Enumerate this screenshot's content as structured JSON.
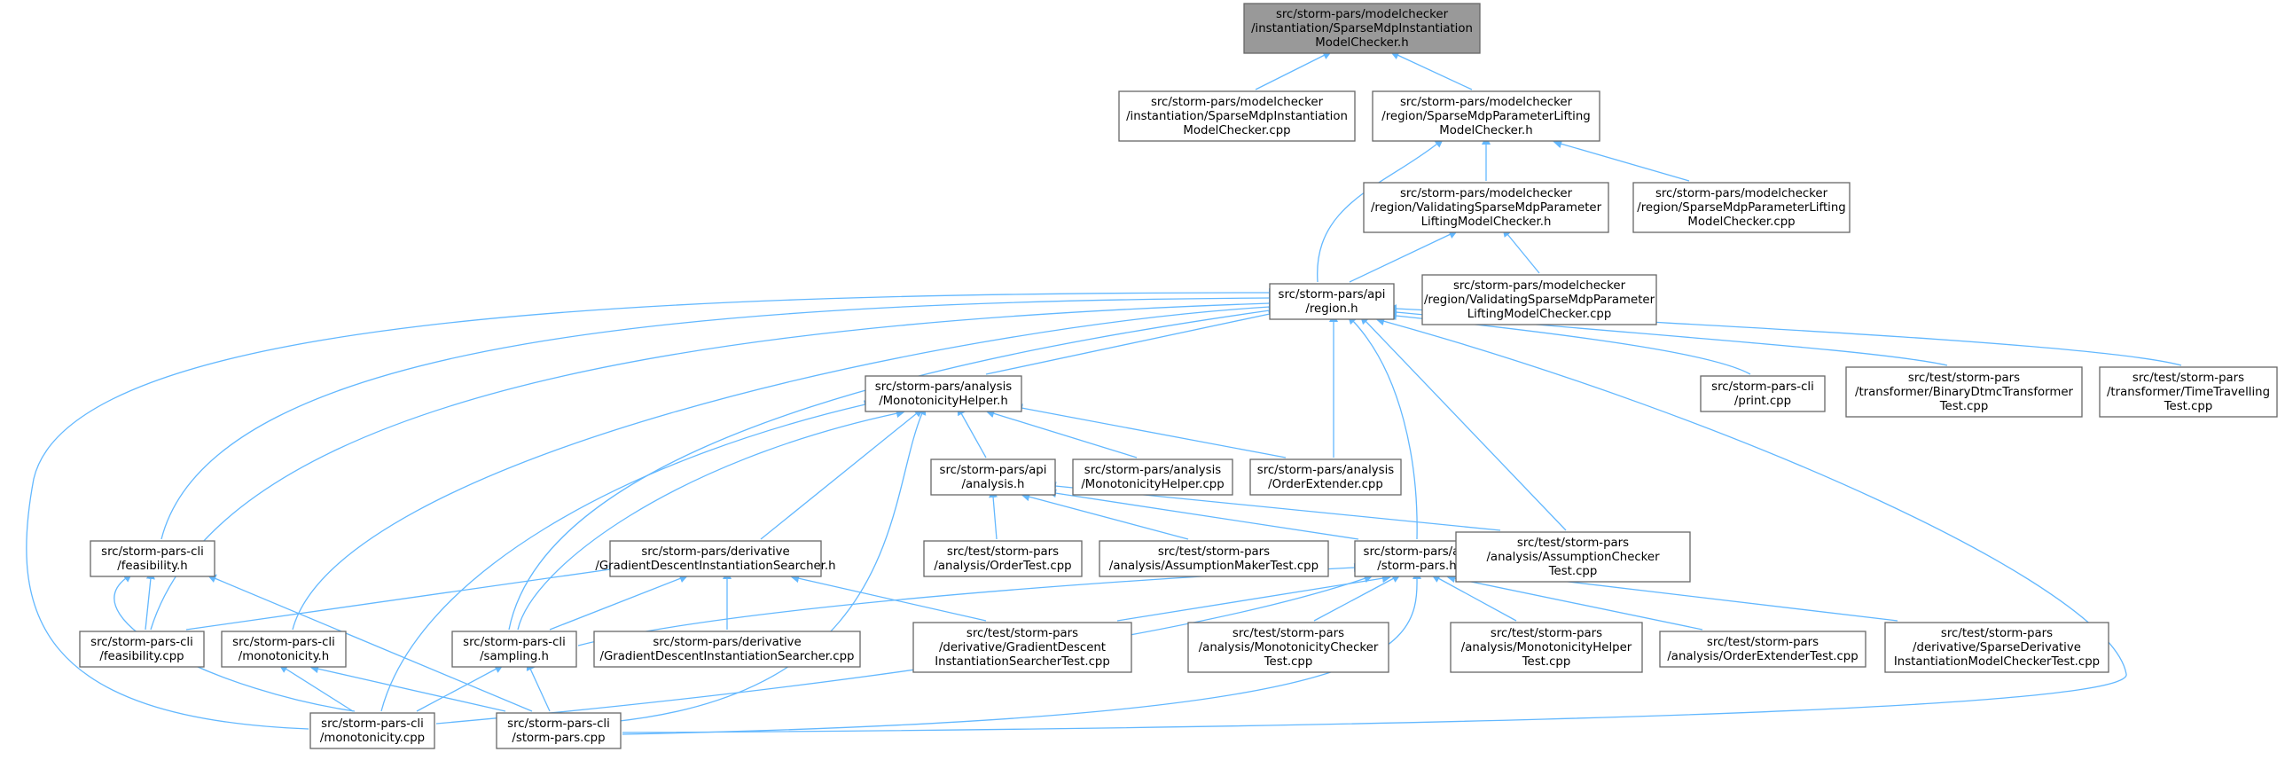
{
  "colors": {
    "edge": "#63b8ff",
    "root_fill": "#999999",
    "node_fill": "#ffffff",
    "node_border": "#666666"
  },
  "nodes": [
    {
      "id": "n0",
      "root": true,
      "lines": [
        "src/storm-pars/modelchecker",
        "/instantiation/SparseMdpInstantiation",
        "ModelChecker.h"
      ]
    },
    {
      "id": "n1",
      "lines": [
        "src/storm-pars/modelchecker",
        "/instantiation/SparseMdpInstantiation",
        "ModelChecker.cpp"
      ]
    },
    {
      "id": "n2",
      "lines": [
        "src/storm-pars/modelchecker",
        "/region/SparseMdpParameterLifting",
        "ModelChecker.h"
      ]
    },
    {
      "id": "n3",
      "lines": [
        "src/storm-pars/modelchecker",
        "/region/ValidatingSparseMdpParameter",
        "LiftingModelChecker.h"
      ]
    },
    {
      "id": "n4",
      "lines": [
        "src/storm-pars/modelchecker",
        "/region/SparseMdpParameterLifting",
        "ModelChecker.cpp"
      ]
    },
    {
      "id": "n5",
      "lines": [
        "src/storm-pars/api",
        "/region.h"
      ]
    },
    {
      "id": "n6",
      "lines": [
        "src/storm-pars/modelchecker",
        "/region/ValidatingSparseMdpParameter",
        "LiftingModelChecker.cpp"
      ]
    },
    {
      "id": "n7",
      "lines": [
        "src/storm-pars/analysis",
        "/MonotonicityHelper.h"
      ]
    },
    {
      "id": "n8",
      "lines": [
        "src/storm-pars-cli",
        "/print.cpp"
      ]
    },
    {
      "id": "n9",
      "lines": [
        "src/test/storm-pars",
        "/transformer/BinaryDtmcTransformer",
        "Test.cpp"
      ]
    },
    {
      "id": "n10",
      "lines": [
        "src/test/storm-pars",
        "/transformer/TimeTravelling",
        "Test.cpp"
      ]
    },
    {
      "id": "n11",
      "lines": [
        "src/storm-pars/api",
        "/analysis.h"
      ]
    },
    {
      "id": "n12",
      "lines": [
        "src/storm-pars/analysis",
        "/MonotonicityHelper.cpp"
      ]
    },
    {
      "id": "n13",
      "lines": [
        "src/storm-pars/analysis",
        "/OrderExtender.cpp"
      ]
    },
    {
      "id": "n14",
      "lines": [
        "src/storm-pars-cli",
        "/feasibility.h"
      ]
    },
    {
      "id": "n15",
      "lines": [
        "src/storm-pars/derivative",
        "/GradientDescentInstantiationSearcher.h"
      ]
    },
    {
      "id": "n16",
      "lines": [
        "src/test/storm-pars",
        "/analysis/OrderTest.cpp"
      ]
    },
    {
      "id": "n17",
      "lines": [
        "src/test/storm-pars",
        "/analysis/AssumptionMakerTest.cpp"
      ]
    },
    {
      "id": "n18",
      "lines": [
        "src/storm-pars/api",
        "/storm-pars.h"
      ]
    },
    {
      "id": "n19",
      "lines": [
        "src/test/storm-pars",
        "/analysis/AssumptionChecker",
        "Test.cpp"
      ]
    },
    {
      "id": "n20",
      "lines": [
        "src/storm-pars-cli",
        "/feasibility.cpp"
      ]
    },
    {
      "id": "n21",
      "lines": [
        "src/storm-pars-cli",
        "/monotonicity.h"
      ]
    },
    {
      "id": "n22",
      "lines": [
        "src/storm-pars-cli",
        "/sampling.h"
      ]
    },
    {
      "id": "n23",
      "lines": [
        "src/storm-pars/derivative",
        "/GradientDescentInstantiationSearcher.cpp"
      ]
    },
    {
      "id": "n24",
      "lines": [
        "src/test/storm-pars",
        "/derivative/GradientDescent",
        "InstantiationSearcherTest.cpp"
      ]
    },
    {
      "id": "n25",
      "lines": [
        "src/test/storm-pars",
        "/analysis/MonotonicityChecker",
        "Test.cpp"
      ]
    },
    {
      "id": "n26",
      "lines": [
        "src/test/storm-pars",
        "/analysis/MonotonicityHelper",
        "Test.cpp"
      ]
    },
    {
      "id": "n27",
      "lines": [
        "src/test/storm-pars",
        "/analysis/OrderExtenderTest.cpp"
      ]
    },
    {
      "id": "n28",
      "lines": [
        "src/test/storm-pars",
        "/derivative/SparseDerivative",
        "InstantiationModelCheckerTest.cpp"
      ]
    },
    {
      "id": "n29",
      "lines": [
        "src/storm-pars-cli",
        "/monotonicity.cpp"
      ]
    },
    {
      "id": "n30",
      "lines": [
        "src/storm-pars-cli",
        "/storm-pars.cpp"
      ]
    }
  ],
  "edges": [
    [
      "n0",
      "n1"
    ],
    [
      "n0",
      "n2"
    ],
    [
      "n2",
      "n5"
    ],
    [
      "n2",
      "n3"
    ],
    [
      "n2",
      "n4"
    ],
    [
      "n3",
      "n5"
    ],
    [
      "n3",
      "n6"
    ],
    [
      "n5",
      "n7"
    ],
    [
      "n5",
      "n8"
    ],
    [
      "n5",
      "n9"
    ],
    [
      "n5",
      "n10"
    ],
    [
      "n5",
      "n13"
    ],
    [
      "n5",
      "n14"
    ],
    [
      "n5",
      "n18"
    ],
    [
      "n5",
      "n19"
    ],
    [
      "n5",
      "n20"
    ],
    [
      "n5",
      "n21"
    ],
    [
      "n5",
      "n22"
    ],
    [
      "n5",
      "n29"
    ],
    [
      "n5",
      "n30"
    ],
    [
      "n7",
      "n11"
    ],
    [
      "n7",
      "n12"
    ],
    [
      "n7",
      "n13"
    ],
    [
      "n7",
      "n15"
    ],
    [
      "n7",
      "n22"
    ],
    [
      "n7",
      "n29"
    ],
    [
      "n7",
      "n30"
    ],
    [
      "n11",
      "n16"
    ],
    [
      "n11",
      "n17"
    ],
    [
      "n11",
      "n18"
    ],
    [
      "n11",
      "n19"
    ],
    [
      "n14",
      "n20"
    ],
    [
      "n14",
      "n29"
    ],
    [
      "n14",
      "n30"
    ],
    [
      "n15",
      "n20"
    ],
    [
      "n15",
      "n22"
    ],
    [
      "n15",
      "n23"
    ],
    [
      "n15",
      "n24"
    ],
    [
      "n18",
      "n22"
    ],
    [
      "n18",
      "n24"
    ],
    [
      "n18",
      "n25"
    ],
    [
      "n18",
      "n26"
    ],
    [
      "n18",
      "n27"
    ],
    [
      "n18",
      "n28"
    ],
    [
      "n18",
      "n29"
    ],
    [
      "n18",
      "n30"
    ],
    [
      "n21",
      "n29"
    ],
    [
      "n21",
      "n30"
    ],
    [
      "n22",
      "n29"
    ],
    [
      "n22",
      "n30"
    ]
  ]
}
